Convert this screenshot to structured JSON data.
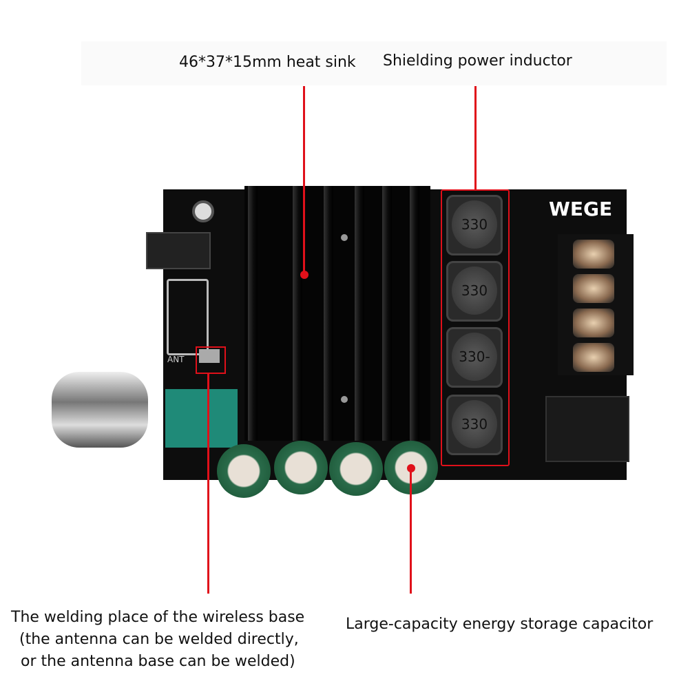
{
  "labels": {
    "heat_sink": "46*37*15mm heat sink",
    "inductor": "Shielding power inductor",
    "wireless_line1": "The welding place of the wireless base",
    "wireless_line2": "(the antenna can be welded directly,",
    "wireless_line3": "or the antenna base can be welded)",
    "capacitor": "Large-capacity energy storage capacitor"
  },
  "board": {
    "brand": "WEGE",
    "inductor_codes": [
      "330",
      "330",
      "330-",
      "330"
    ],
    "ant_label": "ANT"
  },
  "colors": {
    "accent": "#e0101a",
    "board": "#0d0d0d"
  }
}
